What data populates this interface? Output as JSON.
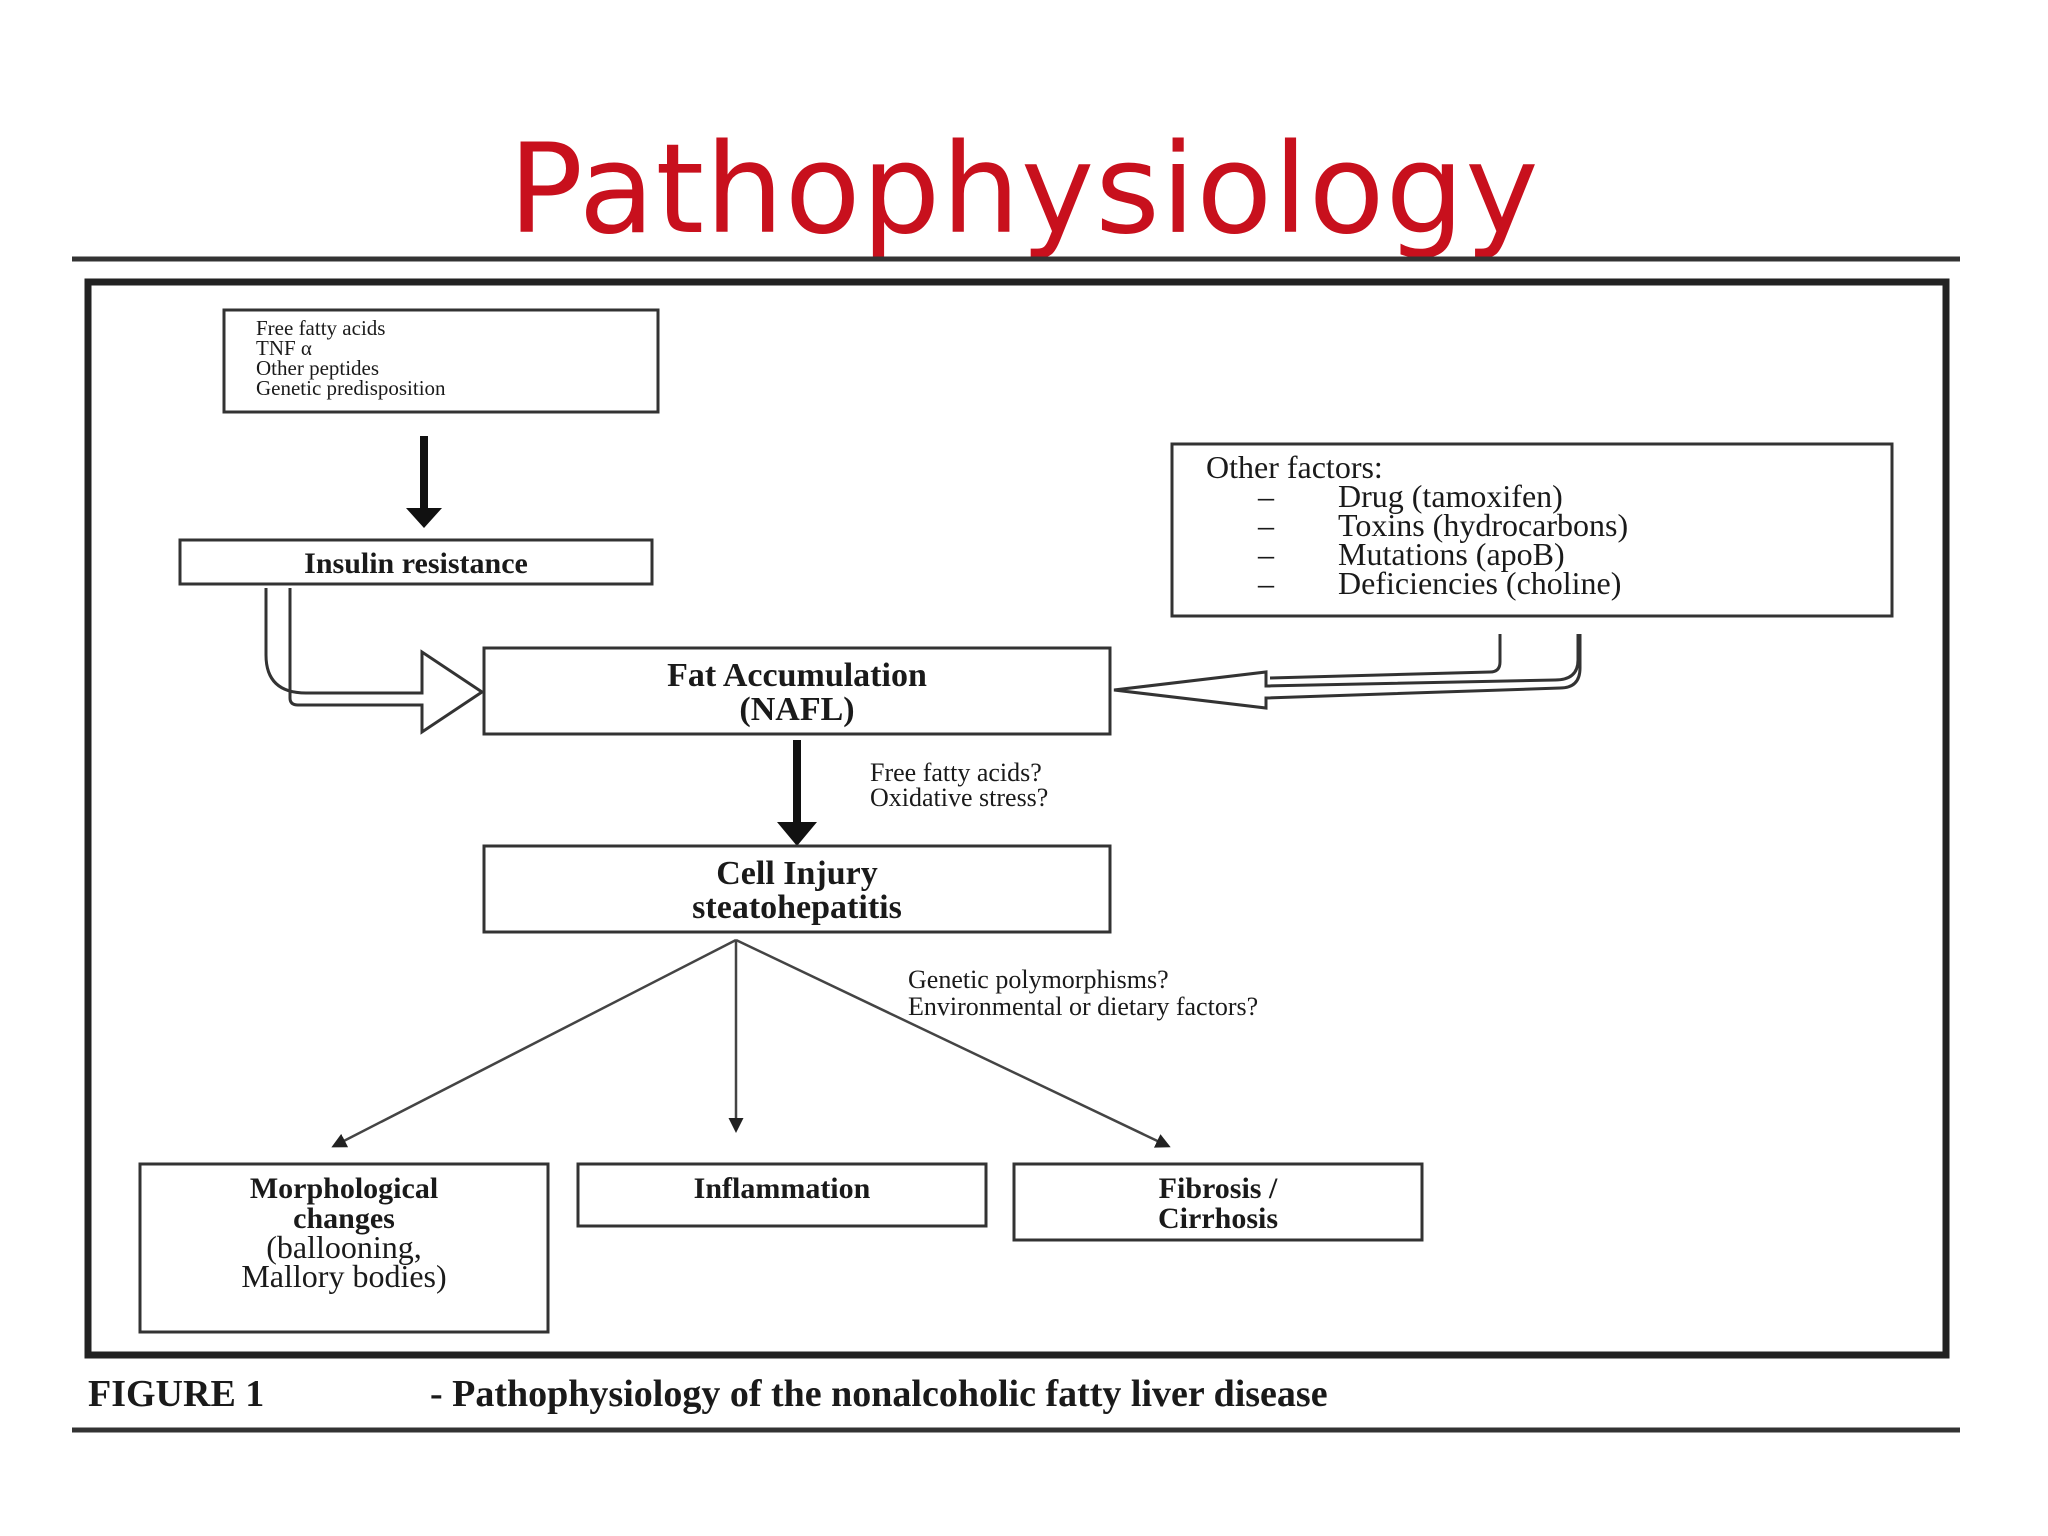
{
  "slide": {
    "title": "Pathophysiology"
  },
  "figure": {
    "caption_label": "FIGURE 1",
    "caption_text": "- Pathophysiology of the nonalcoholic fatty liver disease",
    "inputs_box": {
      "lines": [
        "Free fatty acids",
        "TNF α",
        "Other peptides",
        "Genetic predisposition"
      ]
    },
    "insulin_box": {
      "label": "Insulin resistance"
    },
    "other_factors_box": {
      "heading": "Other factors:",
      "items": [
        "Drug (tamoxifen)",
        "Toxins (hydrocarbons)",
        "Mutations (apoB)",
        "Deficiencies (choline)"
      ],
      "bullet": "–"
    },
    "fat_box": {
      "line1": "Fat Accumulation",
      "line2": "(NAFL)"
    },
    "fat_to_injury_note": {
      "line1": "Free fatty acids?",
      "line2": "Oxidative stress?"
    },
    "injury_box": {
      "line1": "Cell Injury",
      "line2": "steatohepatitis"
    },
    "outcome_note": {
      "line1": "Genetic polymorphisms?",
      "line2": "Environmental or dietary factors?"
    },
    "outcomes": {
      "morphological": {
        "line1": "Morphological",
        "line2": "changes",
        "line3": "(ballooning,",
        "line4": "Mallory bodies)"
      },
      "inflammation": {
        "label": "Inflammation"
      },
      "fibrosis": {
        "line1": "Fibrosis /",
        "line2": "Cirrhosis"
      }
    }
  }
}
